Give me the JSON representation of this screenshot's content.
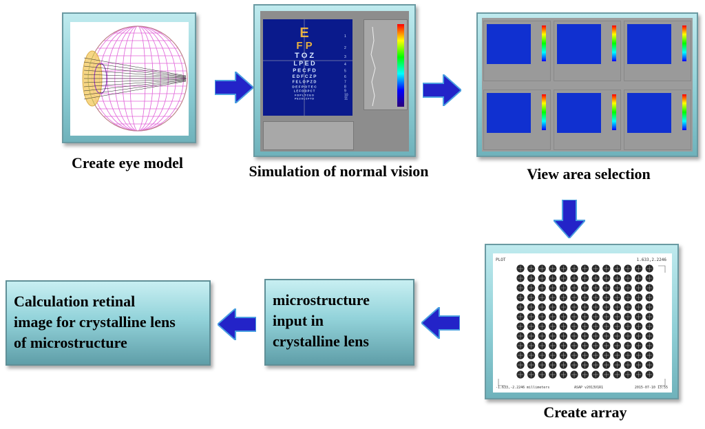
{
  "steps": {
    "eye_model": {
      "caption": "Create eye model"
    },
    "simulation": {
      "caption": "Simulation of normal vision"
    },
    "view_area": {
      "caption": "View area selection"
    },
    "array": {
      "caption": "Create array",
      "plot_label": "PLOT",
      "top_right_label": "1.633,2.2246",
      "bottom_left_label": "-1.633,-2.2246 millimeters",
      "bottom_center_label": "ASAP v2013V1R1",
      "bottom_right_label": "2015-07-10  13:55"
    },
    "microstructure_input": {
      "lines": [
        "microstructure",
        "input in",
        "crystalline lens"
      ]
    },
    "calculation": {
      "lines": [
        "Calculation retinal",
        "image for crystalline lens",
        "of microstructure"
      ]
    }
  },
  "eye_chart_letters": [
    "E",
    "F P",
    "T O Z",
    "L P E D",
    "P E C F D",
    "E D F C Z P",
    "F E L O P Z D",
    "D E F P O T E C",
    "L E F O D P C T",
    "F D P L T C E O",
    "P E Z O L C F T D"
  ],
  "colors": {
    "arrow": "#2323c8",
    "chart_bg": "#0a1a8c",
    "panel_gray": "#9a9a9a"
  },
  "icons": {
    "arrow": "block-arrow-icon"
  }
}
